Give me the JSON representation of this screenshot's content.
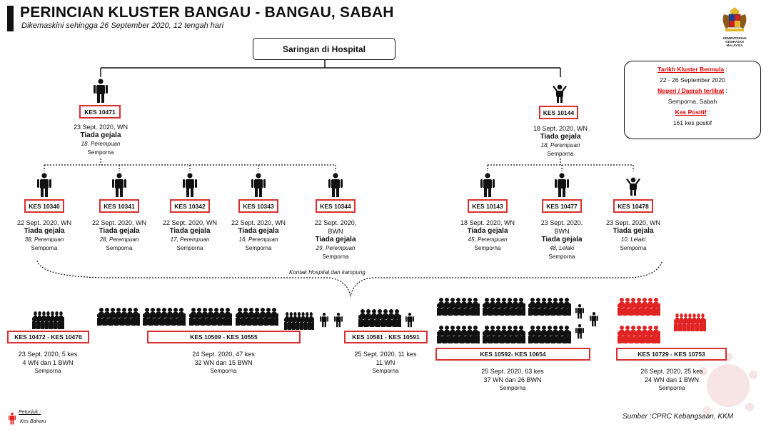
{
  "header": {
    "title": "PERINCIAN KLUSTER BANGAU - BANGAU, SABAH",
    "subtitle": "Dikemaskini sehingga 26 September 2020, 12 tengah hari"
  },
  "logo": {
    "text_line1": "KEMENTERIAN KESIHATAN",
    "text_line2": "MALAYSIA"
  },
  "root_node": {
    "label": "Saringan di Hospital"
  },
  "info_box": {
    "label1": "Tarikh Kluster Bermula",
    "value1": "22 - 26 September 2020",
    "label2": "Negeri / Daerah terlibat",
    "value2": "Semporna, Sabah",
    "label3": "Kes Positif",
    "value3": "161 kes positif",
    "colon": ":"
  },
  "level1": [
    {
      "id": "KES 10471",
      "date": "23 Sept. 2020, WN",
      "symptom": "Tiada gejala",
      "person": "18, Perempuan",
      "location": "Semporna"
    },
    {
      "id": "KES 10144",
      "date": "18 Sept. 2020, WN",
      "symptom": "Tiada gejala",
      "person": "18, Perempuan",
      "location": "Semporna"
    }
  ],
  "level2": [
    {
      "id": "KES 10340",
      "date": "22 Sept. 2020, WN",
      "date2": "",
      "symptom": "Tiada gejala",
      "person": "38, Perempuan",
      "location": "Semporna"
    },
    {
      "id": "KES 10341",
      "date": "22 Sept. 2020, WN",
      "date2": "",
      "symptom": "Tiada gejala",
      "person": "28, Perempuan",
      "location": "Semporna"
    },
    {
      "id": "KES 10342",
      "date": "22 Sept. 2020, WN",
      "date2": "",
      "symptom": "Tiada gejala",
      "person": "17, Perempuan",
      "location": "Semporna"
    },
    {
      "id": "KES 10343",
      "date": "22 Sept. 2020, WN",
      "date2": "",
      "symptom": "Tiada gejala",
      "person": "16, Perempuan",
      "location": "Semporna"
    },
    {
      "id": "KES 10344",
      "date": "22 Sept. 2020,",
      "date2": "BWN",
      "symptom": "Tiada gejala",
      "person": "29, Perempuan",
      "location": "Semporna"
    },
    {
      "id": "KES 10143",
      "date": "18 Sept. 2020, WN",
      "date2": "",
      "symptom": "Tiada gejala",
      "person": "45, Perempuan",
      "location": "Semporna"
    },
    {
      "id": "KES 10477",
      "date": "23 Sept. 2020,",
      "date2": "BWN",
      "symptom": "Tiada gejala",
      "person": "48, Lelaki",
      "location": "Semporna"
    },
    {
      "id": "KES 10478",
      "date": "23 Sept. 2020, WN",
      "date2": "",
      "symptom": "Tiada gejala",
      "person": "10, Lelaki",
      "location": "Semporna"
    }
  ],
  "kontak_label": "Kontak Hospital dan kampung",
  "groups": [
    {
      "range": "KES 10472 - KES 10476",
      "line1": "23 Sept. 2020, 5 kes",
      "line2": "4 WN dan 1 BWN",
      "location": "Semporna",
      "new": false
    },
    {
      "range": "KES 10509 - KES 10555",
      "line1": "24 Sept. 2020, 47 kes",
      "line2": "32 WN dan 15 BWN",
      "location": "Semporna",
      "new": false
    },
    {
      "range": "KES 10581 - KES 10591",
      "line1": "25 Sept. 2020, 11 kes",
      "line2": "11 WN",
      "location": "Semporna",
      "new": false
    },
    {
      "range": "KES 10592- KES 10654",
      "line1": "25 Sept. 2020, 63 kes",
      "line2": "37 WN dan 26 BWN",
      "location": "Semporna",
      "new": false
    },
    {
      "range": "KES 10729 - KES 10753",
      "line1": "26 Sept. 2020, 25 kes",
      "line2": "24 WN dan 1 BWN",
      "location": "Semporna",
      "new": true
    }
  ],
  "legend": {
    "title": "Petunjuk :",
    "item": "Kes Baharu"
  },
  "source": "Sumber :CPRC Kebangsaan,  KKM",
  "colors": {
    "case_border": "#d83030",
    "new_case": "#e02424",
    "ink": "#111111"
  }
}
